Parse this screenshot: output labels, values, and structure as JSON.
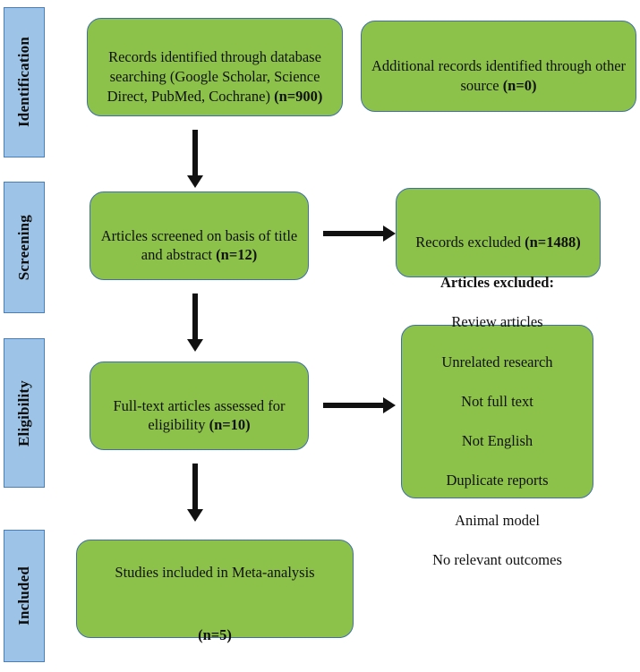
{
  "diagram": {
    "title": "PRISMA flow diagram",
    "colors": {
      "box_fill": "#8CC24A",
      "box_border": "#3E6FA8",
      "stage_fill": "#9DC3E6",
      "stage_border": "#4A7EBB",
      "arrow": "#111111",
      "background": "#FFFFFF"
    }
  },
  "stages": [
    {
      "id": "identification",
      "label": "Identification"
    },
    {
      "id": "screening",
      "label": "Screening"
    },
    {
      "id": "eligibility",
      "label": "Eligibility"
    },
    {
      "id": "included",
      "label": "Included"
    }
  ],
  "boxes": {
    "records_identified": {
      "text": "Records identified through database searching (Google Scholar, Science Direct, PubMed, Cochrane) ",
      "count_label": "(n=900)",
      "count_value": 900
    },
    "additional_records": {
      "text": "Additional records identified through other source ",
      "count_label": "(n=0)",
      "count_value": 0
    },
    "articles_screened": {
      "text": "Articles screened on basis of title and abstract ",
      "count_label": "(n=12)",
      "count_value": 12
    },
    "records_excluded": {
      "text": "Records excluded ",
      "count_label": "(n=1488)",
      "count_value": 1488
    },
    "fulltext_assessed": {
      "text": "Full-text articles assessed for eligibility ",
      "count_label": "(n=10)",
      "count_value": 10
    },
    "articles_excluded": {
      "heading": "Articles excluded:",
      "reasons": [
        "Review articles",
        "Unrelated research",
        "Not full text",
        "Not English",
        "Duplicate reports",
        "Animal model",
        "No relevant outcomes"
      ]
    },
    "studies_included": {
      "text": "Studies included in Meta-analysis",
      "count_label": "(n=5)",
      "count_value": 5
    }
  },
  "arrows": [
    {
      "id": "identification-to-screening",
      "direction": "down"
    },
    {
      "id": "screening-to-records-excluded",
      "direction": "right"
    },
    {
      "id": "screening-to-eligibility",
      "direction": "down"
    },
    {
      "id": "eligibility-to-articles-excluded",
      "direction": "right"
    },
    {
      "id": "eligibility-to-included",
      "direction": "down"
    }
  ]
}
